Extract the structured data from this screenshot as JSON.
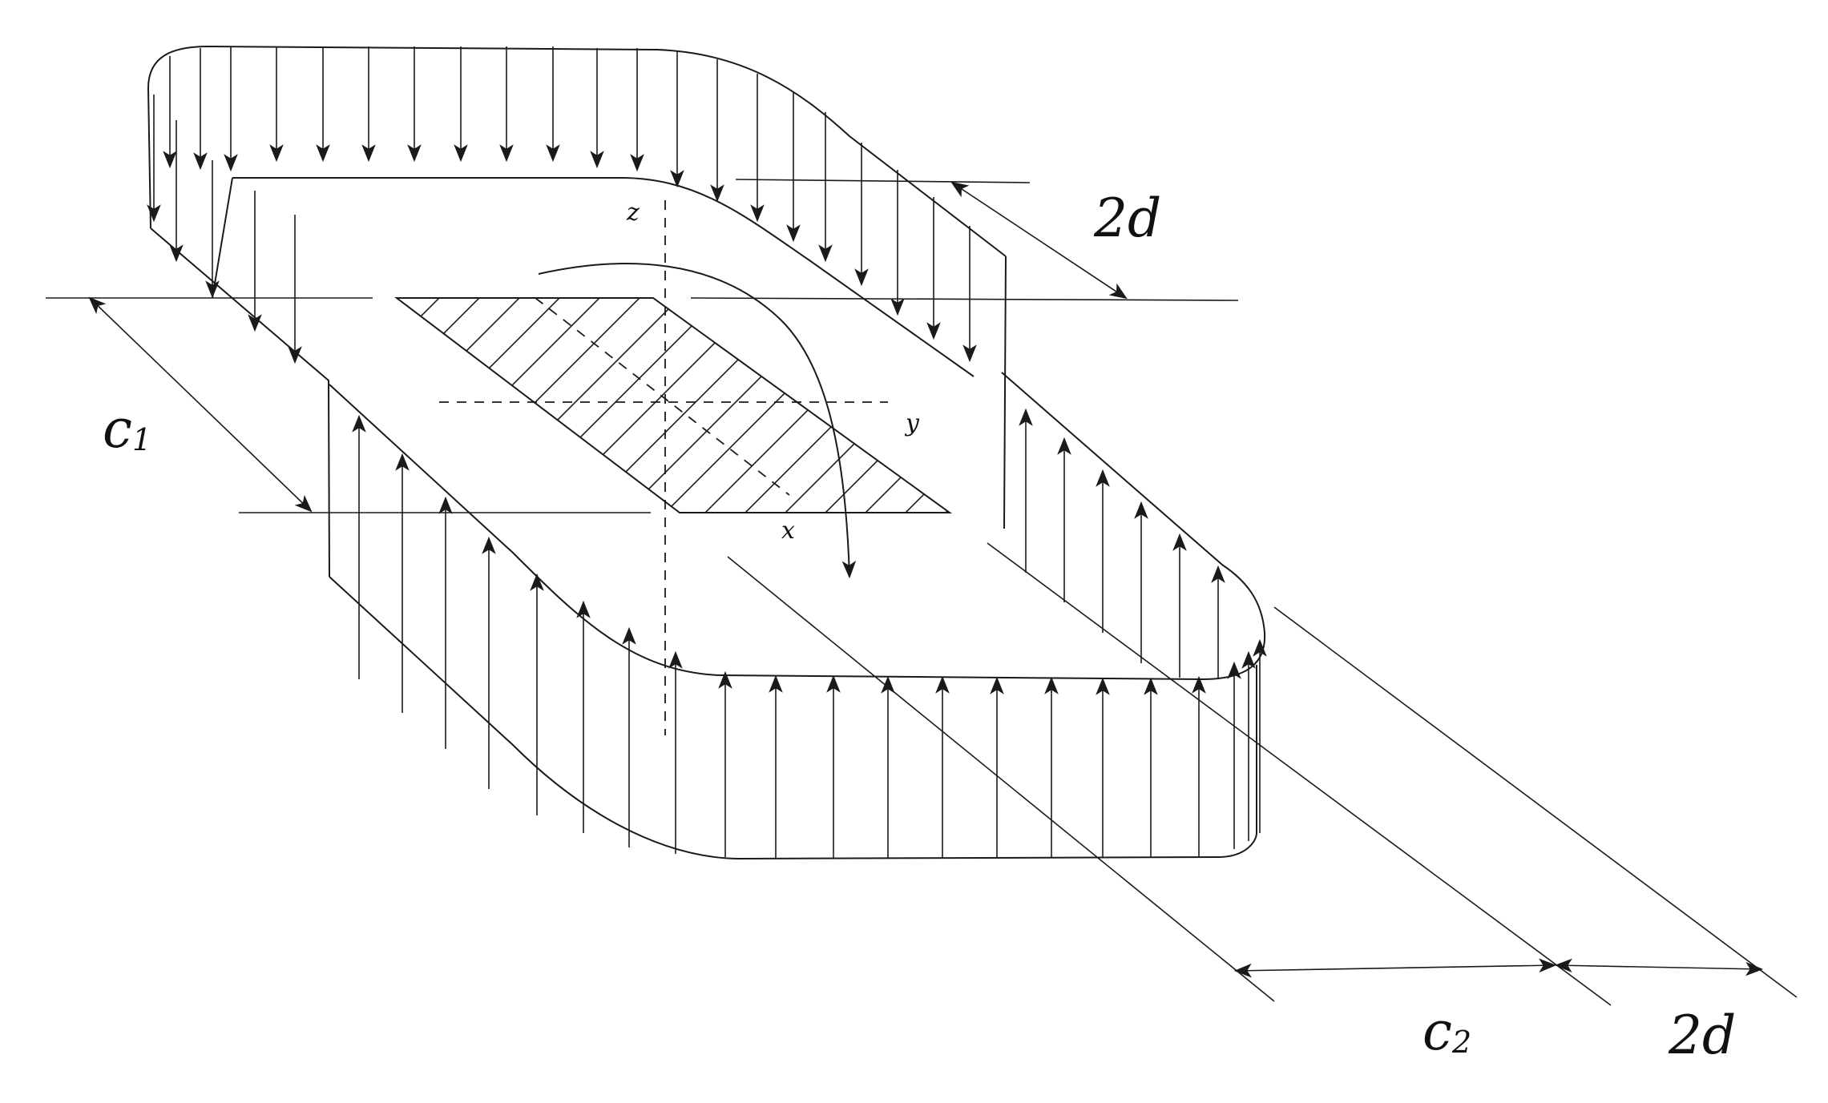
{
  "labels": {
    "c1": "c",
    "c1_sub": "1",
    "c2": "c",
    "c2_sub": "2",
    "dim_top": "2d",
    "dim_bottom": "2d",
    "axis_z": "z",
    "axis_y": "y",
    "axis_x": "x"
  },
  "colors": {
    "stroke": "#1a1a1a",
    "background": "#ffffff"
  }
}
